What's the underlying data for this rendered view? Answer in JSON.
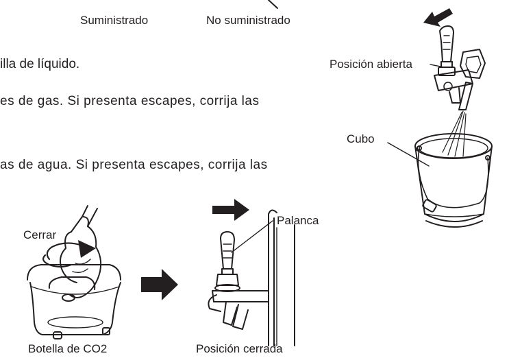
{
  "captions": {
    "supplied": "Suministrado",
    "not_supplied": "No suministrado",
    "open_position": "Posición abierta",
    "bucket": "Cubo",
    "lever": "Palanca",
    "close": "Cerrar",
    "co2_bottle": "Botella de CO2",
    "closed_position": "Posición cerrada"
  },
  "body_text": {
    "line1": "illa de líquido.",
    "line2": "es de gas. Si presenta escapes, corrija las",
    "line3": "as de agua. Si presenta escapes, corrija las"
  },
  "colors": {
    "ink": "#231f20",
    "arrow": "#231f20"
  }
}
